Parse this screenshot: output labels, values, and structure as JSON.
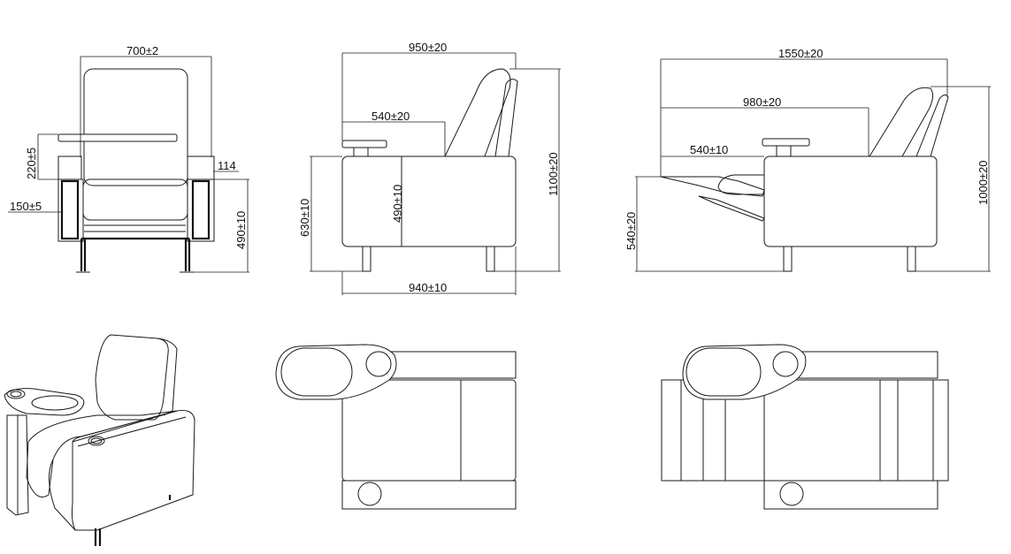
{
  "front_view": {
    "width": "700±2",
    "armrest_tray_height": "220±5",
    "side_offset": "150±5",
    "arm_width": "114",
    "seat_height": "490±10"
  },
  "side_view": {
    "depth": "950±20",
    "tray_length": "540±20",
    "height": "1100±20",
    "arm_height": "630±10",
    "seat_height": "490±10",
    "base_depth": "940±10"
  },
  "recline_view": {
    "reclined_length": "1550±20",
    "seat_to_back": "980±20",
    "footrest_length": "540±10",
    "height": "1000±20",
    "footrest_height": "540±20"
  }
}
